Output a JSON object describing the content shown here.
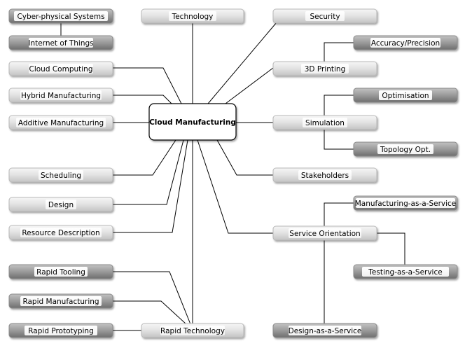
{
  "center": "Cloud Manufacturing",
  "nodes": {
    "cps": "Cyber-physical Systems",
    "iot": "Internet of Things",
    "cloud_computing": "Cloud Computing",
    "hybrid_manufacturing": "Hybrid Manufacturing",
    "additive_manufacturing": "Additive Manufacturing",
    "scheduling": "Scheduling",
    "design": "Design",
    "resource_description": "Resource Description",
    "rapid_tooling": "Rapid Tooling",
    "rapid_manufacturing": "Rapid Manufacturing",
    "rapid_prototyping": "Rapid Prototyping",
    "technology": "Technology",
    "rapid_technology": "Rapid Technology",
    "security": "Security",
    "accuracy_precision": "Accuracy/Precision",
    "printing_3d": "3D Printing",
    "optimisation": "Optimisation",
    "simulation": "Simulation",
    "topology_opt": "Topology Opt.",
    "stakeholders": "Stakeholders",
    "maas": "Manufacturing-as-a-Service",
    "service_orientation": "Service Orientation",
    "taas": "Testing-as-a-Service",
    "daas": "Design-as-a-Service"
  },
  "colors": {
    "light_node_top": "#f4f4f4",
    "light_node_bottom": "#cfcfcf",
    "dark_node_top": "#b5b5b5",
    "dark_node_bottom": "#7a7a7a",
    "line": "#000000"
  }
}
